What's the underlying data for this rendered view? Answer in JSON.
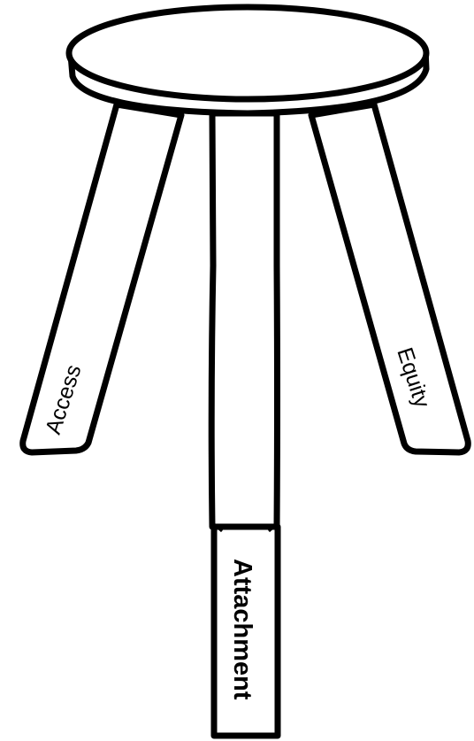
{
  "diagram": {
    "legs": {
      "left": {
        "label": "Access"
      },
      "right": {
        "label": "Equity"
      },
      "center": {
        "label": "Attachment"
      }
    }
  },
  "colors": {
    "stroke": "#000000",
    "fill": "#ffffff"
  }
}
